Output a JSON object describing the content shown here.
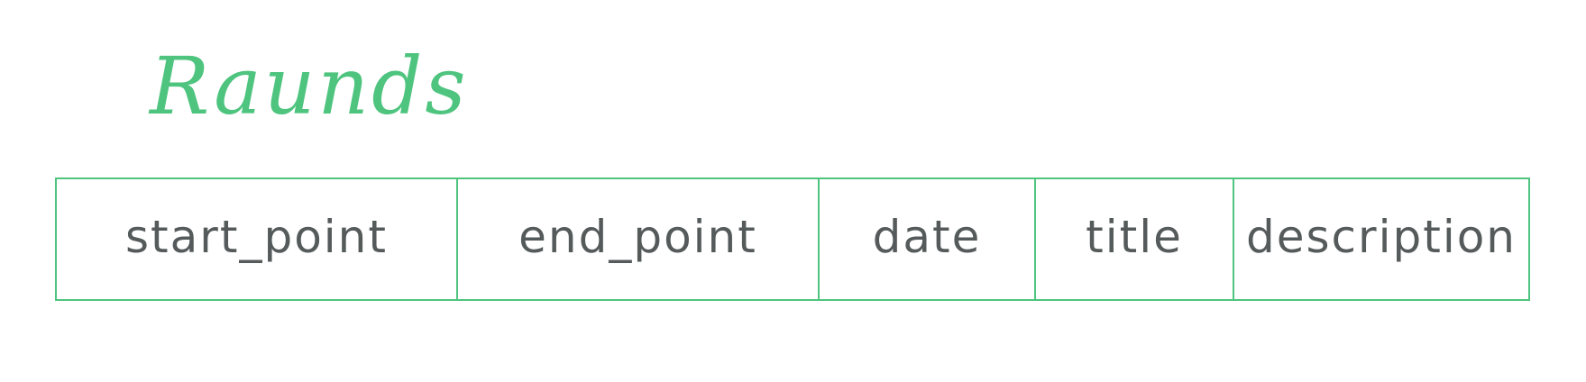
{
  "entity": {
    "name": "Raunds",
    "fields": [
      "start_point",
      "end_point",
      "date",
      "title",
      "description"
    ]
  },
  "colors": {
    "accent": "#4ec47f",
    "text": "#555a5a"
  }
}
